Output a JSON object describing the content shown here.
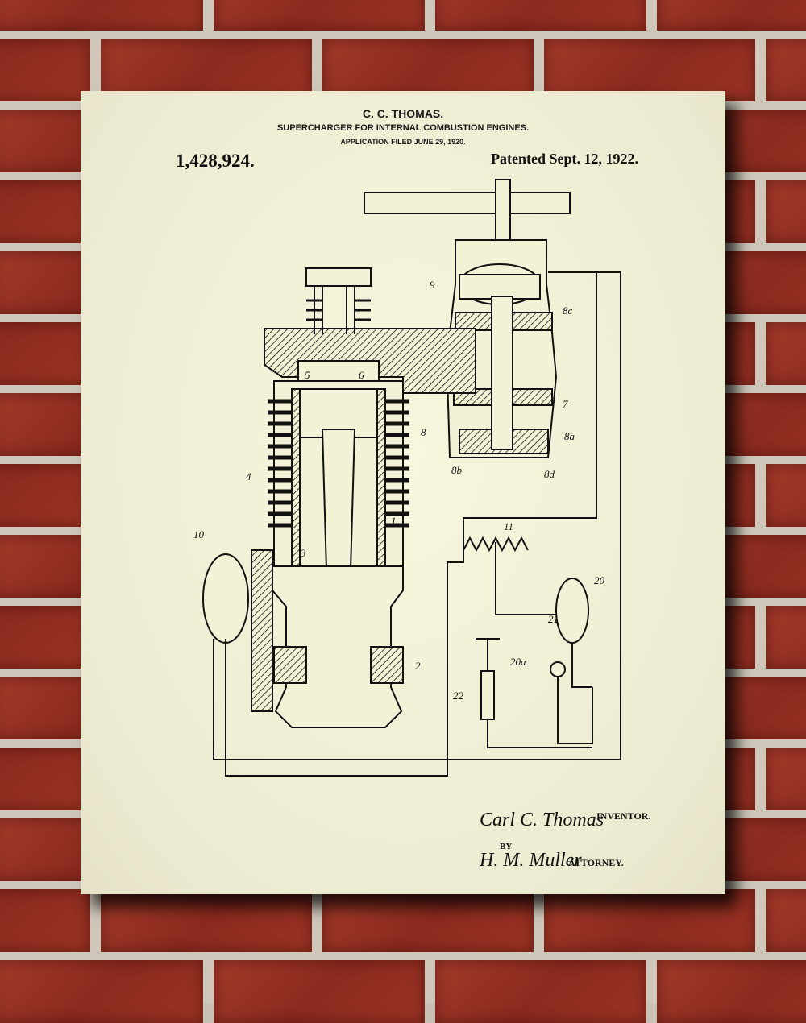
{
  "header": {
    "inventor": "C. C. THOMAS.",
    "title": "SUPERCHARGER FOR INTERNAL COMBUSTION ENGINES.",
    "filed": "APPLICATION FILED JUNE 29, 1920.",
    "patent_number": "1,428,924.",
    "patented": "Patented Sept. 12, 1922."
  },
  "labels": [
    "1",
    "2",
    "3",
    "4",
    "5",
    "6",
    "7",
    "8",
    "8a",
    "8b",
    "8c",
    "8d",
    "9",
    "10",
    "11",
    "20",
    "20a",
    "21",
    "22"
  ],
  "signature": {
    "inventor_sig": "Carl C. Thomas",
    "inventor_caption": "INVENTOR.",
    "by": "BY",
    "attorney_sig": "H. M. Muller",
    "attorney_caption": "ATTORNEY."
  },
  "colors": {
    "paper": "#f3f1d6",
    "ink": "#111111",
    "brick": "#9b3324"
  }
}
